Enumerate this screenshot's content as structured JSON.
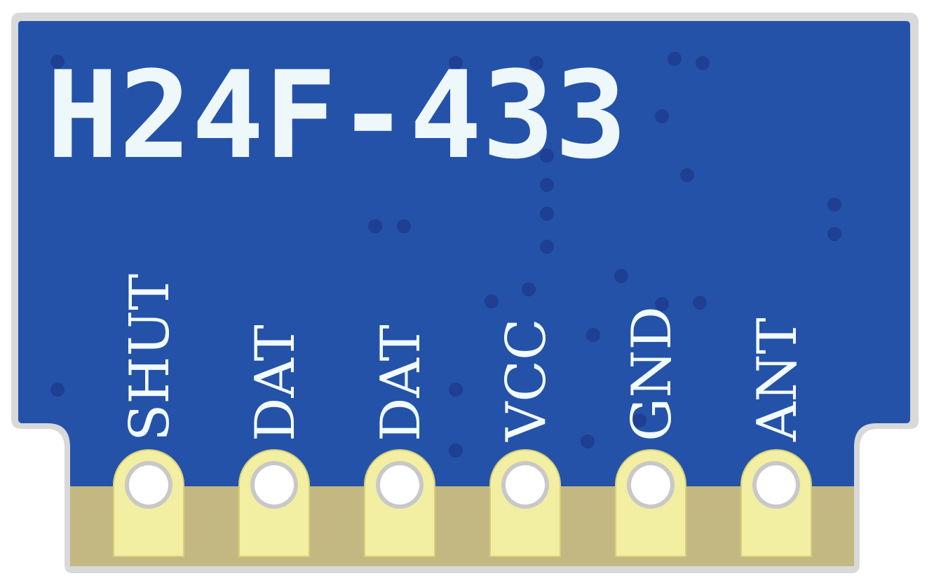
{
  "board": {
    "title": "H24F-433",
    "colors": {
      "soldermask": "#2452a8",
      "board_edge": "#d6d6d6",
      "copper_exposed": "#c4b882",
      "pad_gold": "#f2eea2",
      "silkscreen": "#eef8fb",
      "via": "#1e3f92"
    },
    "pins": [
      {
        "label": "SHUT"
      },
      {
        "label": "DAT"
      },
      {
        "label": "DAT"
      },
      {
        "label": "VCC"
      },
      {
        "label": "GND"
      },
      {
        "label": "ANT"
      }
    ]
  }
}
